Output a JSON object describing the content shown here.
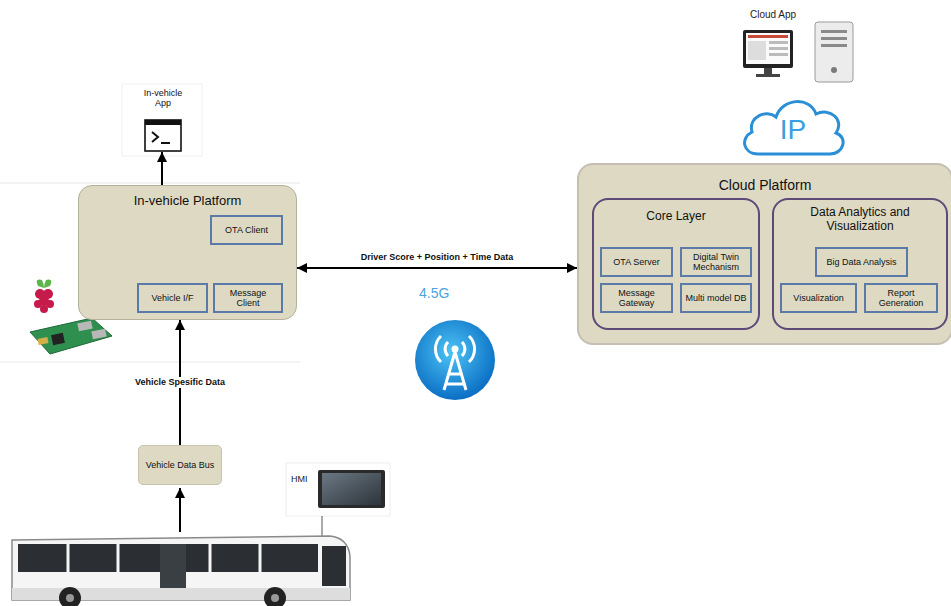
{
  "diagram": {
    "nodes": [
      {
        "text": [
          "IP"
        ]
      },
      {
        "text": [
          "In-vehicle App"
        ]
      },
      {
        "text": [
          "In-vehicle Platform"
        ]
      },
      {
        "text": [
          "OTA Client"
        ],
        "in": 2
      },
      {
        "text": [
          "Vehicle I/F"
        ],
        "in": 2
      },
      {
        "text": [
          "Message Client"
        ],
        "in": 2
      },
      {
        "text": [
          "Cloud Platform"
        ]
      },
      {
        "text": [
          "Core Layer"
        ],
        "in": 6
      },
      {
        "text": [
          "OTA Server"
        ],
        "in": 7
      },
      {
        "text": [
          "Digital Twin Mechanism"
        ],
        "in": 7
      },
      {
        "text": [
          "Message Gateway"
        ],
        "in": 7
      },
      {
        "text": [
          "Multi model DB"
        ],
        "in": 7
      },
      {
        "text": [
          "Data Analytics and Visualization"
        ],
        "in": 6
      },
      {
        "text": [
          "Big Data Analysis"
        ],
        "in": 12
      },
      {
        "text": [
          "Visualization"
        ],
        "in": 12
      },
      {
        "text": [
          "Report Generation"
        ],
        "in": 12
      },
      {
        "text": [
          "Vehicle Data Bus"
        ]
      }
    ],
    "edges": [
      {
        "from": 2,
        "to": 1,
        "arrow": "to"
      },
      {
        "from": 2,
        "to": 6,
        "label": "Driver Score + Position + Time Data",
        "arrow": "both"
      },
      {
        "from": 16,
        "to": 2,
        "label": "Vehicle Spesific Data",
        "arrow": "to"
      }
    ],
    "labels": [
      "Cloud App",
      "4.5G",
      "HMI"
    ]
  }
}
